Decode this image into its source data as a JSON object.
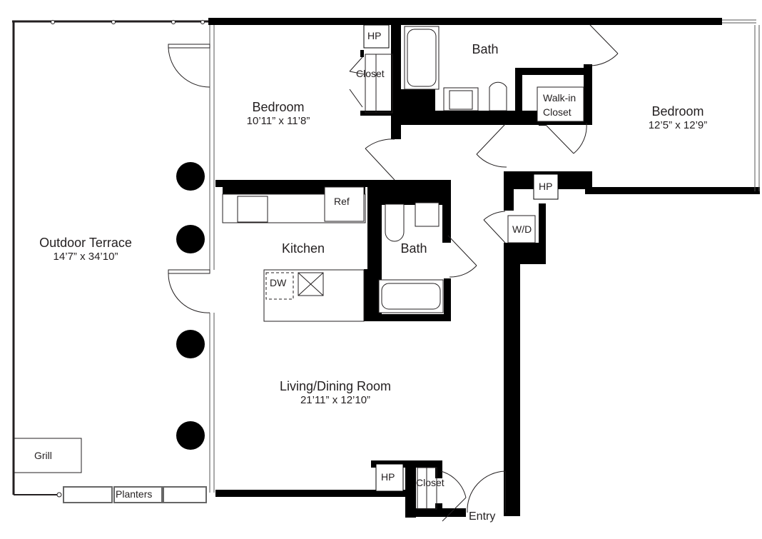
{
  "floorplan": {
    "wall_color": "#000000",
    "line_color": "#231f20",
    "background": "#ffffff",
    "rooms": {
      "terrace": {
        "name": "Outdoor Terrace",
        "dims": "14’7” x 34’10”"
      },
      "bedroom_1": {
        "name": "Bedroom",
        "dims": "10’11” x 11’8”"
      },
      "bedroom_2": {
        "name": "Bedroom",
        "dims": "12’5” x 12’9”"
      },
      "bath_1": {
        "name": "Bath"
      },
      "bath_2": {
        "name": "Bath"
      },
      "kitchen": {
        "name": "Kitchen"
      },
      "living": {
        "name": "Living/Dining Room",
        "dims": "21’11” x 12’10”"
      }
    },
    "fixtures": {
      "hp_bedroom": "HP",
      "hp_bedroom2": "HP",
      "hp_living": "HP",
      "closet_bedroom": "Closet",
      "walkin_line1": "Walk-in",
      "walkin_line2": "Closet",
      "wd": "W/D",
      "ref": "Ref",
      "dw": "DW",
      "closet_entry": "Closet",
      "entry": "Entry",
      "grill": "Grill",
      "planters": "Planters"
    }
  }
}
